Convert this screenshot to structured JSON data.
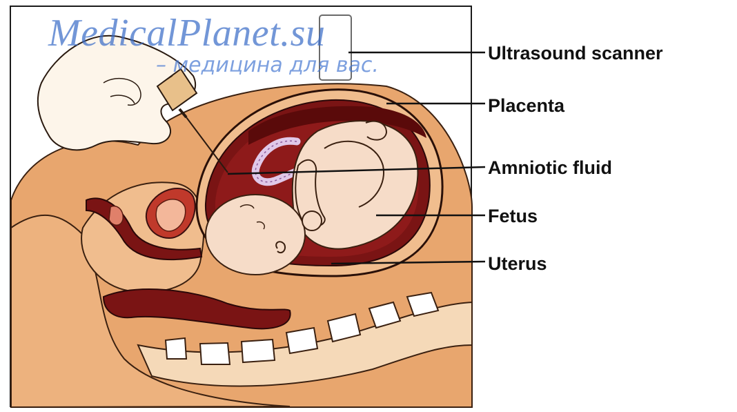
{
  "labels": {
    "ultrasound_scanner": "Ultrasound scanner",
    "placenta": "Placenta",
    "amniotic_fluid": "Amniotic fluid",
    "fetus": "Fetus",
    "uterus": "Uterus"
  },
  "watermark": {
    "site": "MedicalPlanet.su",
    "tagline": "– медицина для вас."
  },
  "colors": {
    "skin": "#E8A66E",
    "skin_light": "#F5C9A0",
    "uterus_wall": "#7A1414",
    "amniotic": "#8E1A1A",
    "fetus_skin": "#F6DCC8",
    "watermark": "#3C6EC8"
  }
}
